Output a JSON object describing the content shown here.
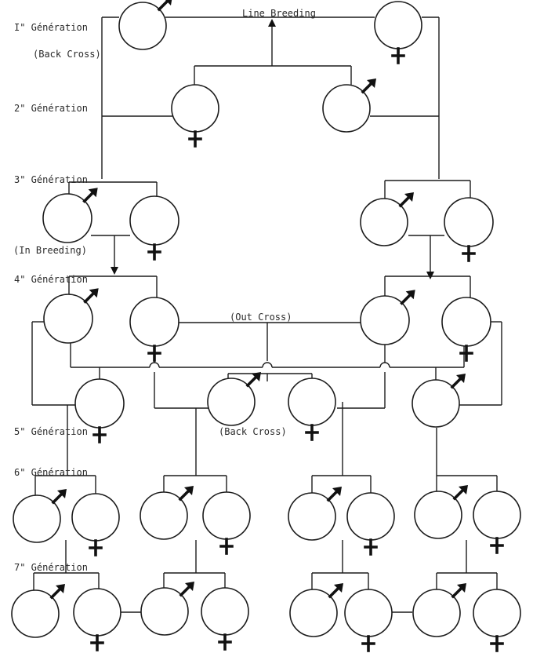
{
  "labels": {
    "gen1": "I\" Génération",
    "gen2": "2\" Génération",
    "gen3": "3\" Génération",
    "gen4": "4\" Génération",
    "gen5": "5\" Génération",
    "gen6": "6\" Génération",
    "gen7": "7\" Génération",
    "back_cross_1": "(Back Cross)",
    "in_breeding": "(In Breeding)",
    "line_breeding": "Line Breeding",
    "out_cross": "(Out Cross)",
    "back_cross_2": "(Back Cross)"
  },
  "individuals": [
    {
      "id": "g1-a",
      "sex": "male"
    },
    {
      "id": "g1-b",
      "sex": "female"
    },
    {
      "id": "g2-a",
      "sex": "female"
    },
    {
      "id": "g2-b",
      "sex": "male"
    },
    {
      "id": "g3-a",
      "sex": "male"
    },
    {
      "id": "g3-b",
      "sex": "female"
    },
    {
      "id": "g3-c",
      "sex": "male"
    },
    {
      "id": "g3-d",
      "sex": "female"
    },
    {
      "id": "g4-a",
      "sex": "male"
    },
    {
      "id": "g4-b",
      "sex": "female"
    },
    {
      "id": "g4-c",
      "sex": "male"
    },
    {
      "id": "g4-d",
      "sex": "female"
    },
    {
      "id": "g5-a",
      "sex": "female"
    },
    {
      "id": "g5-b",
      "sex": "male"
    },
    {
      "id": "g5-c",
      "sex": "female"
    },
    {
      "id": "g5-d",
      "sex": "male"
    },
    {
      "id": "g6-a",
      "sex": "male"
    },
    {
      "id": "g6-b",
      "sex": "female"
    },
    {
      "id": "g6-c",
      "sex": "male"
    },
    {
      "id": "g6-d",
      "sex": "female"
    },
    {
      "id": "g6-e",
      "sex": "male"
    },
    {
      "id": "g6-f",
      "sex": "female"
    },
    {
      "id": "g6-g",
      "sex": "male"
    },
    {
      "id": "g6-h",
      "sex": "female"
    },
    {
      "id": "g7-a",
      "sex": "male"
    },
    {
      "id": "g7-b",
      "sex": "female"
    },
    {
      "id": "g7-c",
      "sex": "male"
    },
    {
      "id": "g7-d",
      "sex": "female"
    },
    {
      "id": "g7-e",
      "sex": "male"
    },
    {
      "id": "g7-f",
      "sex": "female"
    },
    {
      "id": "g7-g",
      "sex": "male"
    },
    {
      "id": "g7-h",
      "sex": "female"
    }
  ]
}
